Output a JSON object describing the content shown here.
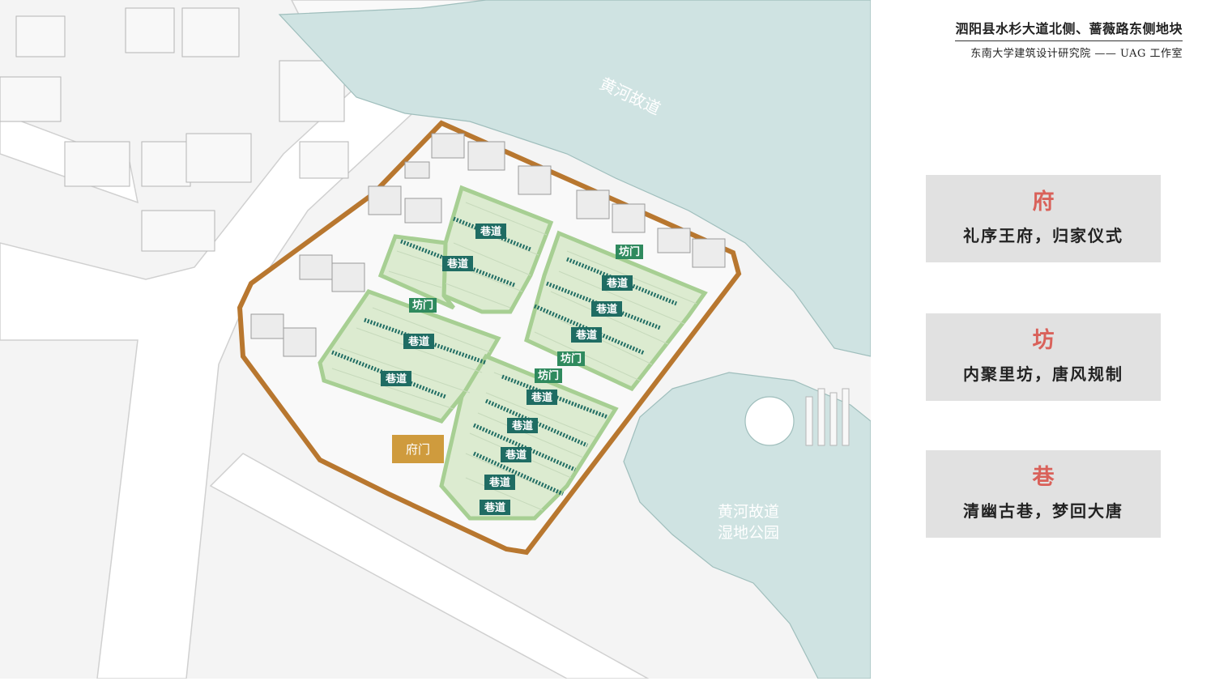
{
  "header": {
    "title": "泗阳县水杉大道北侧、蔷薇路东侧地块",
    "subtitle": "东南大学建筑设计研究院 —— UAG 工作室"
  },
  "map": {
    "river_label": "黄河故道",
    "park_label_line1": "黄河故道",
    "park_label_line2": "湿地公园",
    "main_gate_label": "府门",
    "fang_gate_label": "坊门",
    "lane_label": "巷道"
  },
  "cards": [
    {
      "char": "府",
      "text": "礼序王府，归家仪式"
    },
    {
      "char": "坊",
      "text": "内聚里坊，唐风规制"
    },
    {
      "char": "巷",
      "text": "清幽古巷，梦回大唐"
    }
  ],
  "colors": {
    "water": "#cfe3e2",
    "boundary": "#b8772f",
    "block_fill": "#dcebd0",
    "block_stroke": "#a7cf93",
    "tag": "#1f6c63",
    "gate": "#cf9b3d",
    "accent_text": "#d9615a",
    "card_bg": "#e1e1e1"
  }
}
